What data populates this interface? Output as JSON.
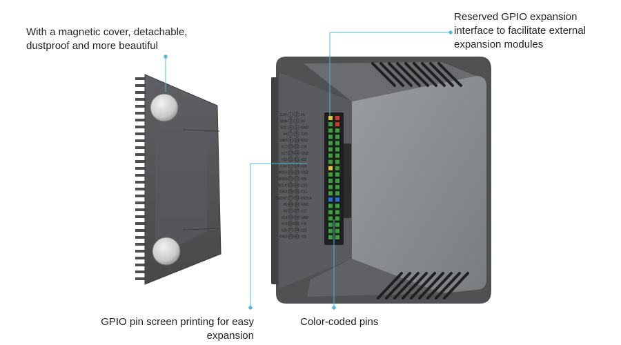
{
  "captions": {
    "magnetic_cover": "With a magnetic cover, detachable, dustproof and more beautiful",
    "gpio_interface": "Reserved GPIO expansion interface to facilitate external expansion modules",
    "pin_printing": "GPIO pin screen printing for easy expansion",
    "color_pins": "Color-coded pins"
  },
  "gpio_pins": {
    "left": [
      "3.3V",
      "SDA",
      "SCL",
      "#4",
      "GND",
      "#17",
      "#27",
      "#22",
      "3.3V",
      "MOSI",
      "MISO",
      "SCLK",
      "GND",
      "CEDAT",
      "#5",
      "#6",
      "#13",
      "#19",
      "#26",
      "GND"
    ],
    "right": [
      "5V",
      "5V",
      "GND",
      "TXD",
      "RXD",
      "#18",
      "GND",
      "#23",
      "#24",
      "GND",
      "#25",
      "CE0",
      "CE1",
      "EECLK",
      "GND",
      "#12",
      "GND",
      "#16",
      "#20",
      "#21"
    ]
  },
  "colors": {
    "case_dark": "#545658",
    "case_light": "#86898c",
    "accent_line": "#4ab8e0",
    "pin_green": "#3aa236",
    "pin_yellow": "#e6c32a",
    "pin_red": "#d43a2a",
    "pin_blue": "#2a6fd4"
  }
}
